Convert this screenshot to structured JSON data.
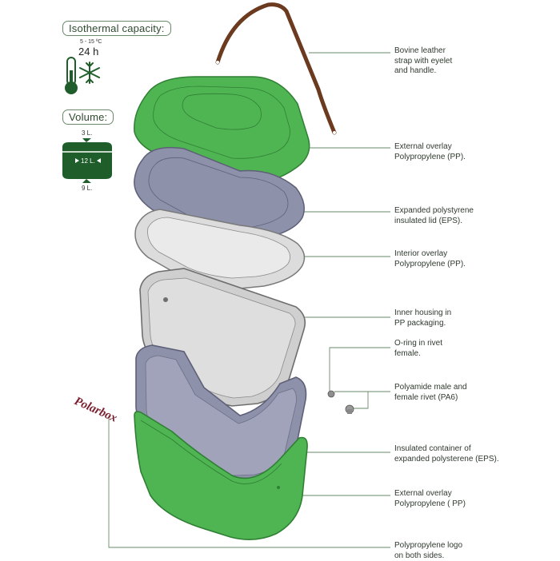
{
  "panel": {
    "isothermal_title": "Isothermal capacity:",
    "temp_range": "5 - 15 ºC",
    "hours": "24 h",
    "volume_title": "Volume:",
    "volume_top": "3 L.",
    "volume_center": "12 L.",
    "volume_bottom": "9 L."
  },
  "brand_logo": "Polarbox",
  "callouts": [
    {
      "line1": "Bovine leather",
      "line2": "strap with eyelet",
      "line3": "and handle."
    },
    {
      "line1": "External overlay",
      "line2": "Polypropylene (PP).",
      "line3": ""
    },
    {
      "line1": "Expanded  polystyrene",
      "line2": "insulated lid (EPS).",
      "line3": ""
    },
    {
      "line1": "Interior overlay",
      "line2": "Polypropylene (PP).",
      "line3": ""
    },
    {
      "line1": "Inner housing in",
      "line2": "PP packaging.",
      "line3": ""
    },
    {
      "line1": "O-ring in rivet",
      "line2": "female.",
      "line3": ""
    },
    {
      "line1": "Polyamide male  and",
      "line2": "female rivet (PA6)",
      "line3": ""
    },
    {
      "line1": "Insulated container of",
      "line2": "expanded polysterene (EPS).",
      "line3": ""
    },
    {
      "line1": "External overlay",
      "line2": "Polypropylene ( PP)",
      "line3": ""
    },
    {
      "line1": "Polypropylene  logo",
      "line2": "on both sides.",
      "line3": ""
    }
  ],
  "colors": {
    "green": "#4fb552",
    "green_dark": "#2f7f34",
    "eps_blue": "#8e91aa",
    "inner_gray": "#cfcfcf",
    "strap_brown": "#6b3a1f",
    "leader": "#6a8a6a",
    "panel_green": "#1f5e2a"
  }
}
